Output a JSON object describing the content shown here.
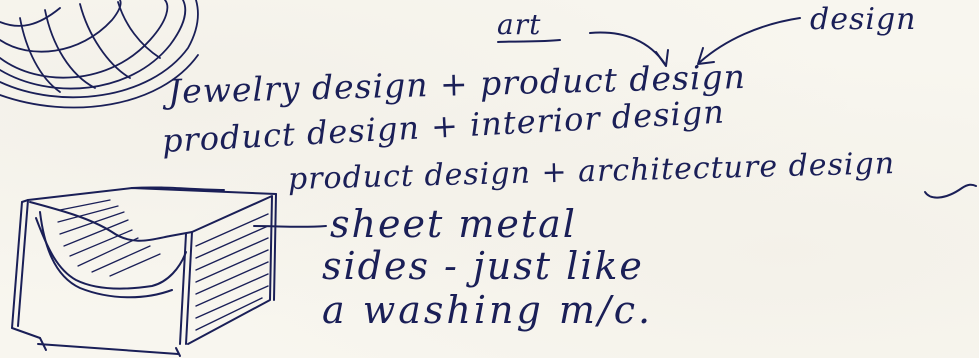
{
  "words": {
    "art": "art",
    "design": "design"
  },
  "lines": {
    "line1": "Jewelry design + product design",
    "line2": "product design + interior design",
    "line3": "product design + architecture design"
  },
  "note": {
    "line1": "sheet metal",
    "line2": "sides - just like",
    "line3": "a washing m/c."
  },
  "colors": {
    "ink": "#1a1f57",
    "paper": "#f8f6ef"
  }
}
